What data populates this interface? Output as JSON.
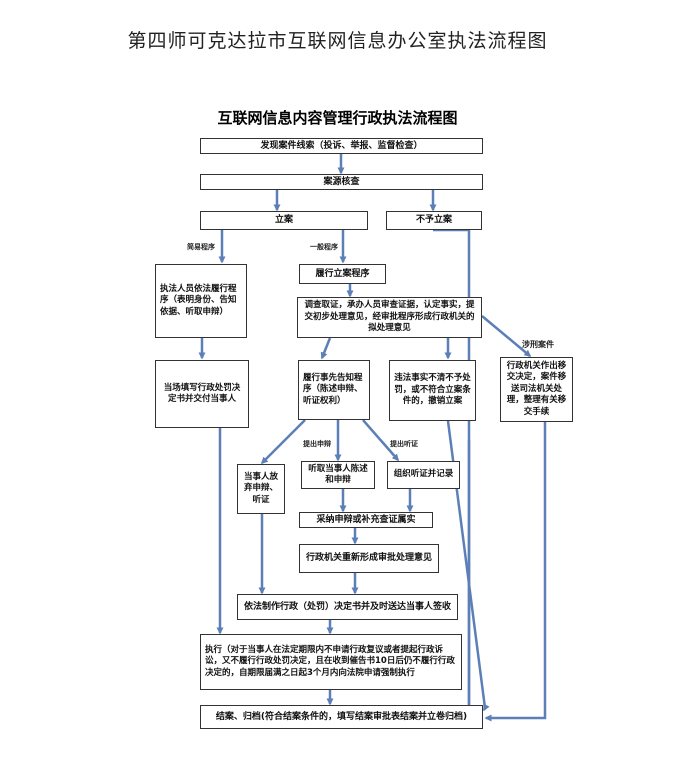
{
  "page_title": "第四师可克达拉市互联网信息办公室执法流程图",
  "chart_title": "互联网信息内容管理行政执法流程图",
  "nodes": {
    "discover": "发现案件线索（投诉、举报、监督检查）",
    "verify": "案源核查",
    "file": "立案",
    "nofile": "不予立案",
    "simple": "执法人员依法履行程序（表明身份、告知依据、听取申辩）",
    "general": "履行立案程序",
    "investigate": "调查取证，承办人员审查证据，认定事实，提交初步处理意见，经审批程序形成行政机关的拟处理意见",
    "spot_decision": "当场填写行政处罚决定书并交付当事人",
    "notify": "履行事先告知程序（陈述申辩、听证权利）",
    "not_penalize": "违法事实不清不予处罚，或不符合立案条件的，撤销立案",
    "criminal": "行政机关作出移交决定，案件移送司法机关处理，整理有关移交手续",
    "waive": "当事人放弃申辩、听证",
    "hear_statement": "听取当事人陈述和申辩",
    "hearing": "组织听证并记录",
    "adopt": "采纳申辩或补充查证属实",
    "reform": "行政机关重新形成审批处理意见",
    "deliver": "依法制作行政（处罚）决定书并及时送达当事人签收",
    "execute": "执行（对于当事人在法定期限内不申请行政复议或者提起行政诉讼，又不履行行政处罚决定，且在收到催告书10日后仍不履行行政决定的，自期限届满之日起3个月内向法院申请强制执行",
    "close": "结案、归档(符合结案条件的，填写结案审批表结案并立卷归档)"
  },
  "labels": {
    "simple_proc": "简易程序",
    "general_proc": "一般程序",
    "criminal_case": "涉刑案件",
    "raise_defense": "提出申辩",
    "raise_hearing": "提出听证"
  },
  "colors": {
    "arrow": "#5b7fb6",
    "border": "#333333"
  }
}
